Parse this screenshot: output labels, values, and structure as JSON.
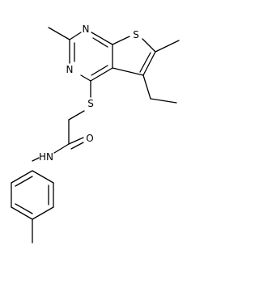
{
  "molecule": {
    "atoms": {
      "n1": "N",
      "n3": "N",
      "s_thio": "S",
      "s_link": "S",
      "o_amide": "O",
      "nh_amide": "HN"
    }
  }
}
